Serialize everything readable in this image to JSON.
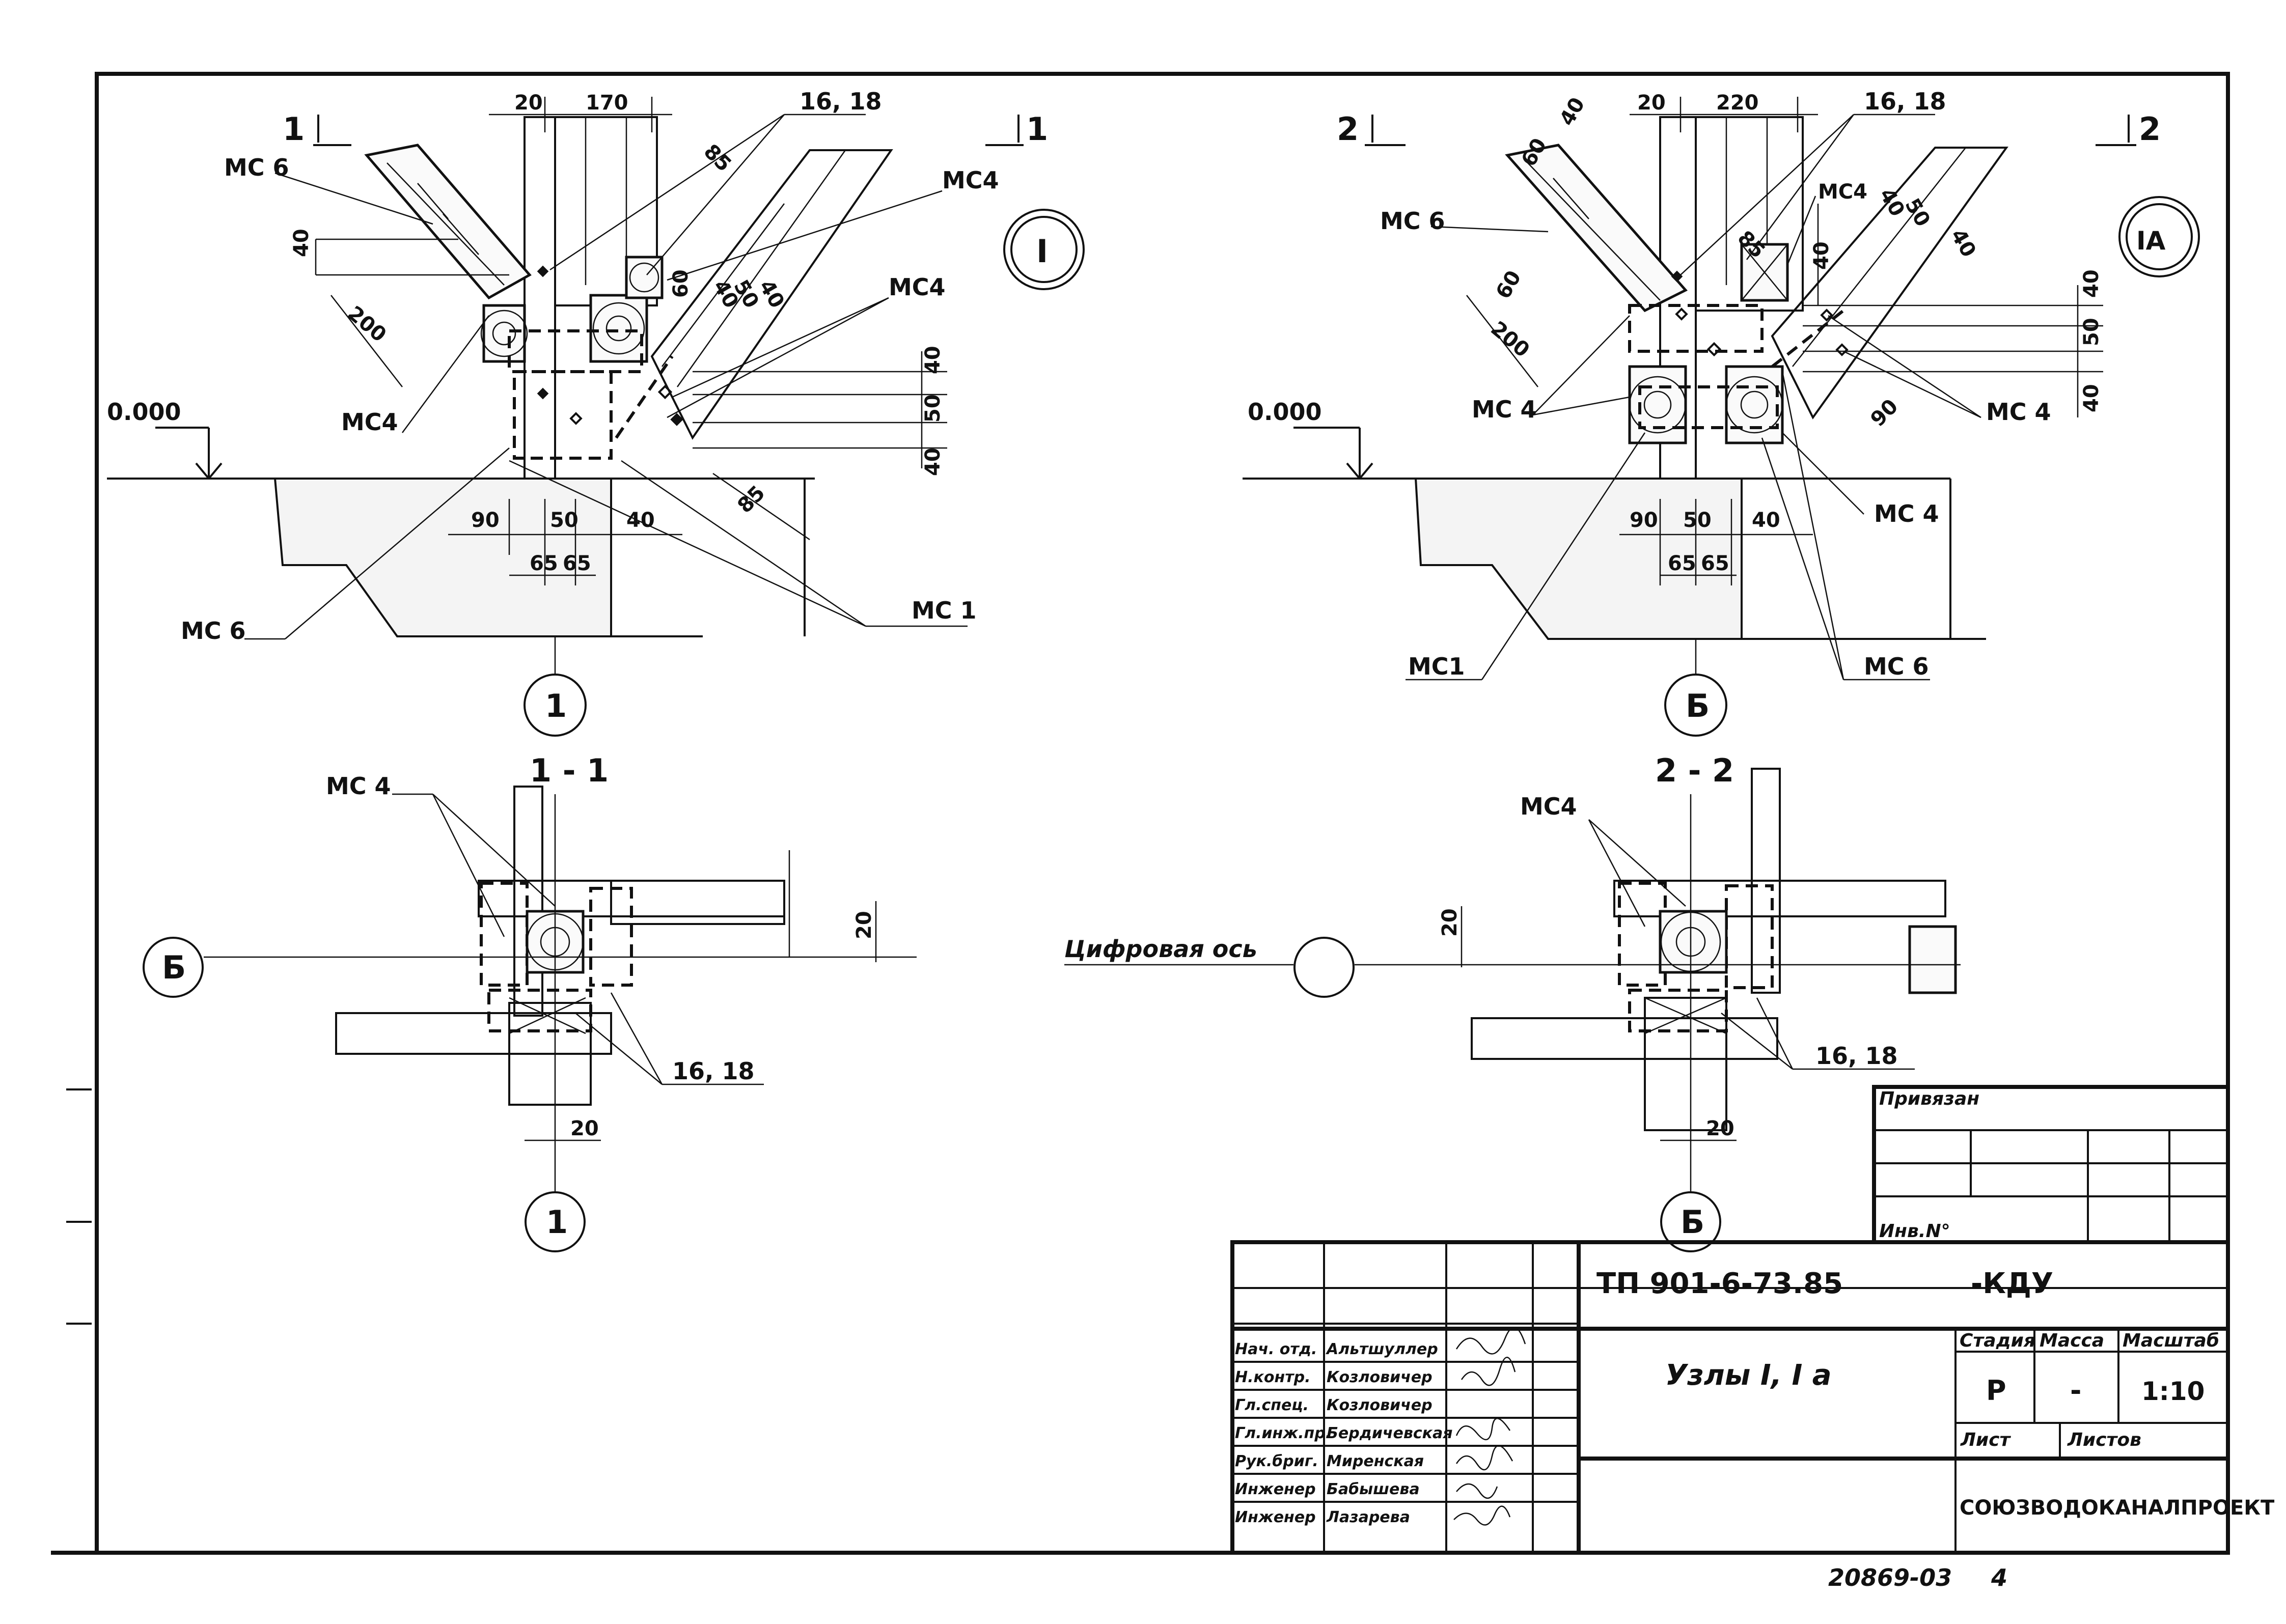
{
  "node_I": {
    "cut_left": "1",
    "cut_right": "1",
    "marker": "I",
    "axis": "1",
    "level": "0.000",
    "dims": {
      "d20": "20",
      "d170": "170",
      "d85a": "85",
      "d40a": "40",
      "d200": "200",
      "d60": "60",
      "d40b": "40",
      "d50": "50",
      "d40c": "40",
      "d40r": "40",
      "d50r": "50",
      "d40r2": "40",
      "d85b": "85",
      "d90": "90",
      "d50b": "50",
      "d40d": "40",
      "d65a": "65",
      "d65b": "65"
    },
    "labels": {
      "mc6_top": "МС 6",
      "ref_1618": "16, 18",
      "mc4_top": "МС4",
      "mc4_right": "МС4",
      "mc4_left": "МС4",
      "mc6_bottom": "МС 6",
      "mc1": "МС 1"
    }
  },
  "node_Ia": {
    "cut_left": "2",
    "cut_right": "2",
    "marker": "IA",
    "axis": "Б",
    "level": "0.000",
    "dims": {
      "d20": "20",
      "d220": "220",
      "d60": "60",
      "d40a": "40",
      "d40b": "40",
      "d50": "50",
      "d40c": "40",
      "d85": "85",
      "d40d": "40",
      "d60b": "60",
      "d200": "200",
      "d40r": "40",
      "d50r": "50",
      "d40r2": "40",
      "d90": "90",
      "d90b": "90",
      "d50b": "50",
      "d40e": "40",
      "d65a": "65",
      "d65b": "65"
    },
    "labels": {
      "mc6_top": "МС 6",
      "ref_1618": "16, 18",
      "mc4_small": "МС4",
      "mc4_left": "МС 4",
      "mc4_right": "МС 4",
      "mc4_mid": "МС 4",
      "mc1": "МС1",
      "mc6_bottom": "МС 6"
    }
  },
  "section_1_1": {
    "title": "1 - 1",
    "mc4": "МС 4",
    "axis_left": "Б",
    "axis_bottom": "1",
    "d20v": "20",
    "d20h": "20",
    "ref_1618": "16, 18"
  },
  "section_2_2": {
    "title": "2 - 2",
    "mc4": "МС4",
    "axis_label": "Цифровая ось",
    "axis_bottom": "Б",
    "d20v": "20",
    "d20h": "20",
    "ref_1618": "16, 18"
  },
  "title_block": {
    "privyazan": "Привязан",
    "inv_no": "Инв.N°",
    "doc_code": "ТП  901-6-73.85",
    "doc_suffix": "-КДУ",
    "sheet_title": "Узлы  I, I а",
    "stage_hdr": "Стадия",
    "mass_hdr": "Масса",
    "scale_hdr": "Масштаб",
    "stage": "Р",
    "mass": "-",
    "scale": "1:10",
    "sheet_hdr": "Лист",
    "sheets_hdr": "Листов",
    "org": "СОЮЗВОДОКАНАЛПРОЕКТ",
    "staff": [
      {
        "role": "Нач. отд.",
        "name": "Альтшуллер"
      },
      {
        "role": "Н.контр.",
        "name": "Козловичер"
      },
      {
        "role": "Гл.спец.",
        "name": "Козловичер"
      },
      {
        "role": "Гл.инж.пр.",
        "name": "Бердичевская"
      },
      {
        "role": "Рук.бриг.",
        "name": "Миренская"
      },
      {
        "role": "Инженер",
        "name": "Бабышева"
      },
      {
        "role": "Инженер",
        "name": "Лазарева"
      }
    ]
  },
  "footer": {
    "archive_no": "20869-03",
    "page": "4"
  }
}
